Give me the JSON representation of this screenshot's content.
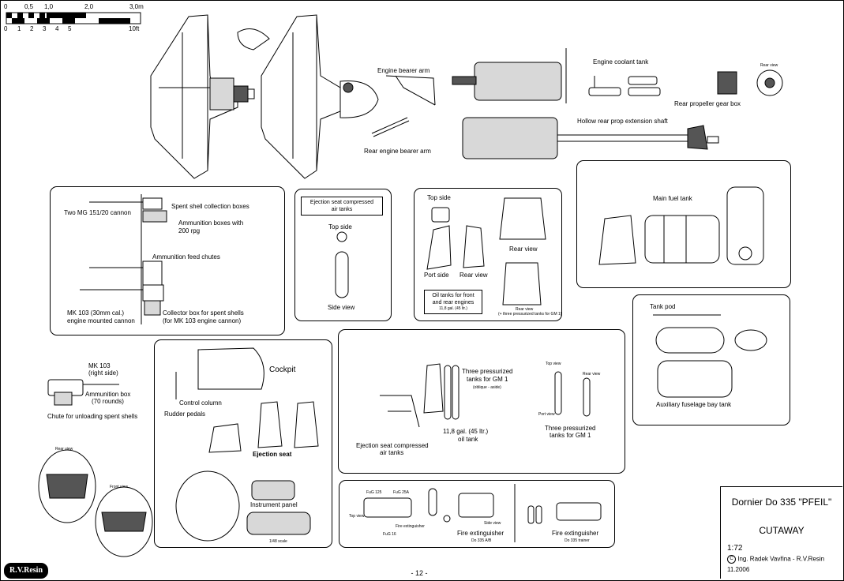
{
  "scale_bar": {
    "metric_ticks": [
      "0",
      "0,5",
      "1,0",
      "2,0",
      "3,0m"
    ],
    "imperial_ticks": [
      "0",
      "1",
      "2",
      "3",
      "4",
      "5",
      "10ft"
    ]
  },
  "labels": {
    "engine_bearer_arm": "Engine bearer arm",
    "rear_engine_bearer_arm": "Rear engine bearer arm",
    "engine_coolant_tank": "Engine coolant tank",
    "rear_view_small": "Rear view",
    "rear_prop_gear_box": "Rear propeller gear box",
    "hollow_shaft": "Hollow rear prop extension shaft"
  },
  "cannon_panel": {
    "two_mg": "Two MG 151/20 cannon",
    "spent_shell_boxes": "Spent shell collection boxes",
    "ammo_boxes_1": "Ammunition boxes with",
    "ammo_boxes_2": "200 rpg",
    "feed_chutes": "Ammunition feed chutes",
    "mk103_1": "MK 103 (30mm cal.)",
    "mk103_2": "engine mounted cannon",
    "collector_1": "Collector box for spent shells",
    "collector_2": "(for MK 103 engine cannon)"
  },
  "seat_tanks_panel": {
    "title_1": "Ejection seat compressed",
    "title_2": "air tanks",
    "top_side": "Top side",
    "side_view": "Side view"
  },
  "oil_panel": {
    "top_side": "Top side",
    "port_side": "Port side",
    "rear_view": "Rear view",
    "rear_view_2": "Rear view",
    "box_1": "Oil tanks for front",
    "box_2": "and rear engines",
    "box_3": "11,8 gal. (45 ltr.)",
    "rear_view_3": "Rear view",
    "note": "(+ three pressurized tanks for GM 1)"
  },
  "fuel_panel": {
    "main_fuel_tank": "Main fuel tank"
  },
  "pod_panel": {
    "tank_pod": "Tank pod",
    "aux_tank": "Auxiliary fuselage bay tank"
  },
  "mk103_side": {
    "title_1": "MK 103",
    "title_2": "(right side)",
    "ammo_1": "Ammunition box",
    "ammo_2": "(70 rounds)",
    "chute": "Chute for unloading spent shells"
  },
  "cockpit_views": {
    "rear_view": "Rear view",
    "front_view": "Front view"
  },
  "cockpit_panel": {
    "cockpit": "Cockpit",
    "control_column": "Control column",
    "rudder_pedals": "Rudder pedals",
    "ejection_seat": "Ejection seat",
    "instrument_panel": "Instrument panel",
    "scale_note": "1/48 scale"
  },
  "seat_panel": {
    "gm1_1": "Three pressurized",
    "gm1_2": "tanks for GM 1",
    "gm1_3": "(oblique - aside)",
    "oil_1": "11,8 gal. (45 ltr.)",
    "oil_2": "oil tank",
    "air_1": "Ejection seat compressed",
    "air_2": "air tanks",
    "top_view": "Top view",
    "rear_view": "Rear view",
    "port_view": "Port view",
    "gm1b_1": "Three pressurized",
    "gm1b_2": "tanks for GM 1"
  },
  "fire_panel": {
    "fug125": "FuG 125",
    "fug25a": "FuG 25A",
    "top_view": "Top view",
    "fire_ext_small": "Fire extinguisher",
    "fug16": "FuG 16",
    "side_view": "Side view",
    "fire_ext_1": "Fire extinguisher",
    "fire_ext_1_note": "Do 335 A/B",
    "fire_ext_2": "Fire extinguisher",
    "fire_ext_2_note": "Do 335 trainer"
  },
  "title_block": {
    "name": "Dornier Do 335 \"PFEIL\"",
    "subtitle": "CUTAWAY",
    "scale": "1:72",
    "author": "Ing. Radek Vavřina - R.V.Resin",
    "date": "11.2006",
    "copyright": "C"
  },
  "logo_text": "R.V.Resin",
  "page_number": "- 12 -"
}
